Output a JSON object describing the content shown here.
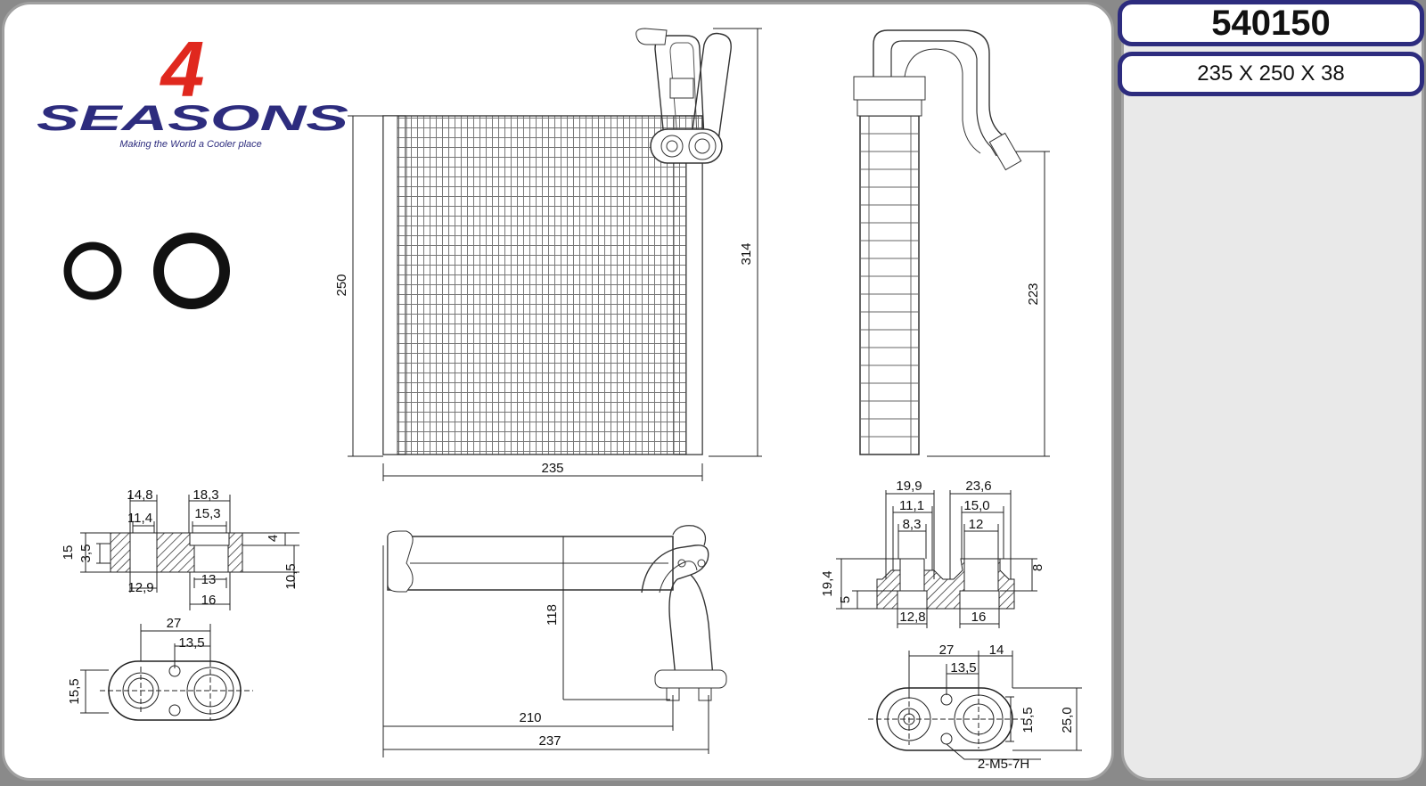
{
  "product": {
    "code": "540150",
    "dimensions": "235 X 250 X 38"
  },
  "brand": {
    "digit": "4",
    "name": "SEASONS",
    "tagline": "Making the World a Cooler place",
    "colors": {
      "red": "#e0281e",
      "blue": "#2d2c7e"
    }
  },
  "front_view": {
    "width_label": "235",
    "height_label": "250",
    "overall_label": "314"
  },
  "side_view": {
    "height_label": "223"
  },
  "top_view": {
    "depth_label": "118",
    "len1_label": "210",
    "len2_label": "237"
  },
  "flange_left_section": {
    "labels": {
      "a": "14,8",
      "b": "18,3",
      "c": "11,4",
      "d": "15,3",
      "e": "15",
      "f": "3,5",
      "g": "4",
      "h": "10,5",
      "i": "12,9",
      "j": "13",
      "k": "16"
    }
  },
  "flange_left_plan": {
    "labels": {
      "a": "27",
      "b": "13,5",
      "c": "15,5"
    }
  },
  "flange_right_section": {
    "labels": {
      "a": "19,9",
      "b": "23,6",
      "c": "11,1",
      "d": "15,0",
      "e": "8,3",
      "f": "12",
      "g": "19,4",
      "h": "5",
      "i": "8",
      "j": "12,8",
      "k": "16"
    }
  },
  "flange_right_plan": {
    "labels": {
      "a": "27",
      "b": "14",
      "c": "13,5",
      "d": "15,5",
      "e": "25,0",
      "f": "2-M5-7H"
    }
  }
}
